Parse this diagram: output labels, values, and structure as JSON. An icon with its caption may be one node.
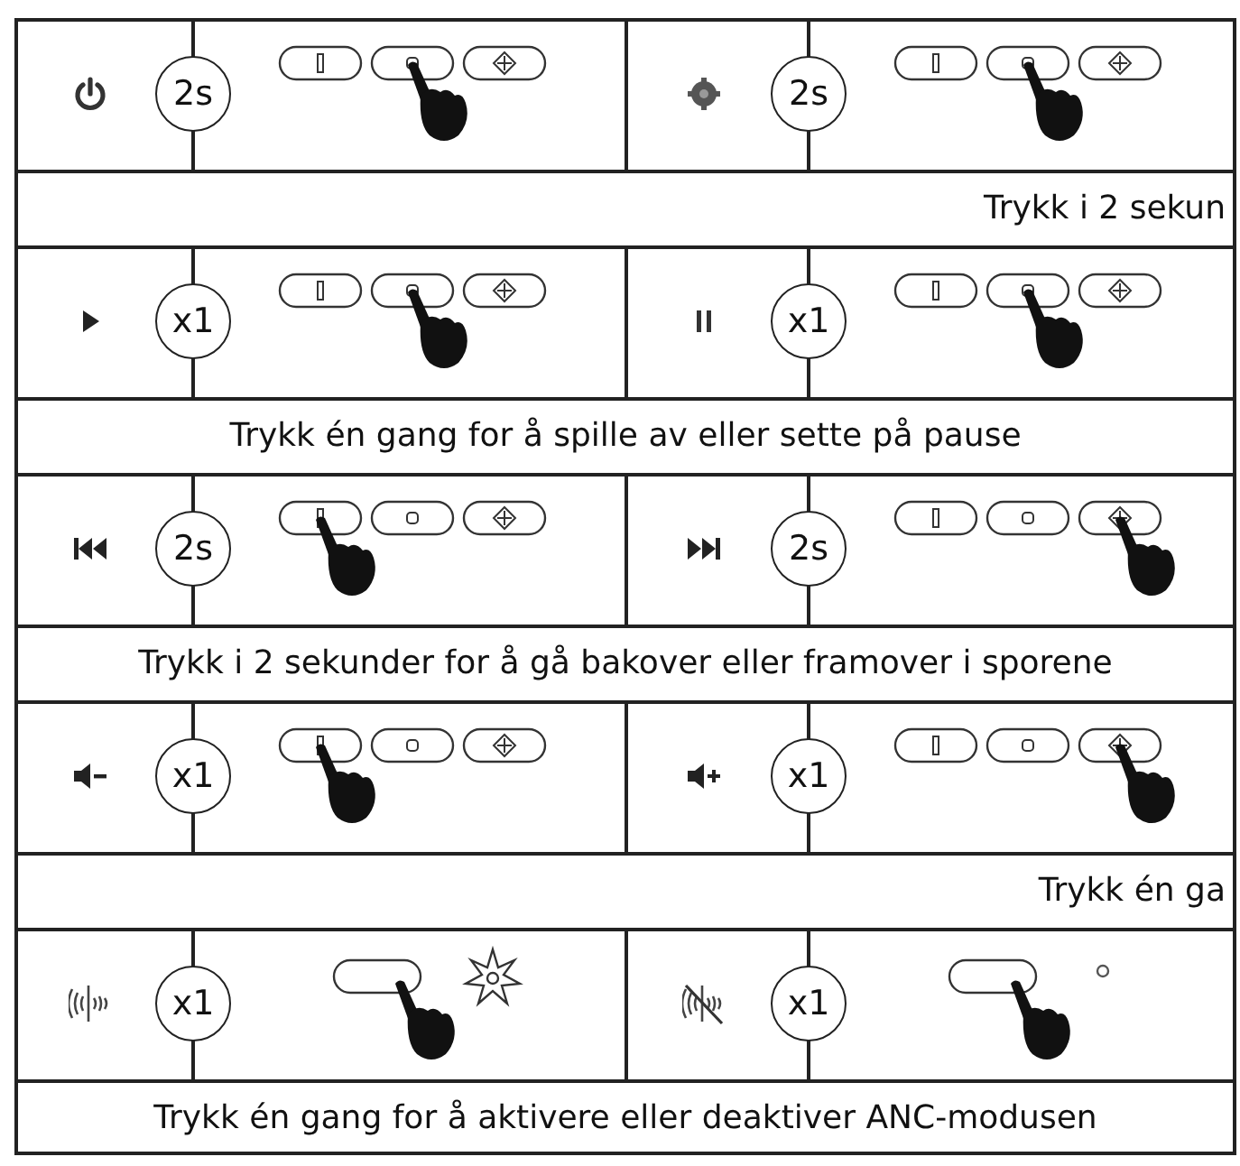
{
  "diagram": {
    "nodes": [
      {
        "text": [
          "2s"
        ]
      },
      {
        "text": [
          "2s"
        ]
      },
      {
        "text": [
          "x1"
        ]
      },
      {
        "text": [
          "x1"
        ]
      },
      {
        "text": [
          "2s"
        ]
      },
      {
        "text": [
          "2s"
        ]
      },
      {
        "text": [
          "x1"
        ]
      },
      {
        "text": [
          "x1"
        ]
      },
      {
        "text": [
          "x1"
        ]
      },
      {
        "text": [
          "x1"
        ]
      }
    ],
    "labels": [
      "Trykk i 2 sekun",
      "Trykk én gang for å spille av eller sette på pause",
      "Trykk i 2 sekunder for å gå bakover eller framover i sporene",
      "Trykk én ga",
      "Trykk én gang for å aktivere eller deaktiver ANC-modusen"
    ]
  }
}
